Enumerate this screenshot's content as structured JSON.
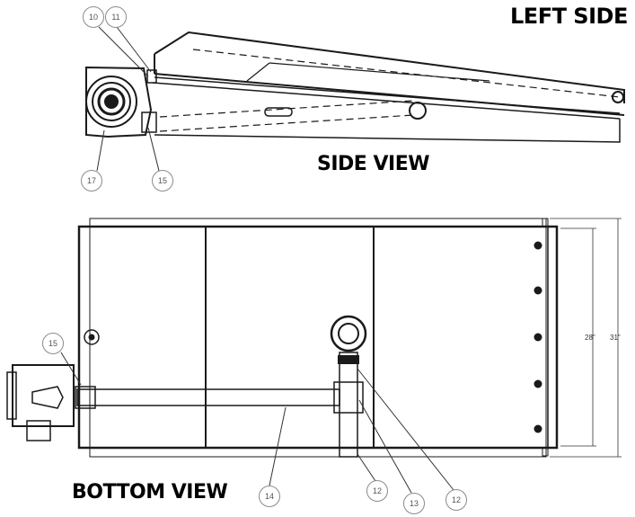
{
  "headings": {
    "left_side": "LEFT SIDE",
    "side_view": "SIDE VIEW",
    "bottom_view": "BOTTOM VIEW"
  },
  "dimensions": {
    "inner_width": "28\"",
    "outer_width": "31\""
  },
  "callouts": {
    "c10": "10",
    "c11": "11",
    "c17": "17",
    "c15_side": "15",
    "c15_bottom": "15",
    "c14": "14",
    "c12_left": "12",
    "c13": "13",
    "c12_right": "12"
  },
  "colors": {
    "line": "#1a1a1a",
    "callout_border": "#8a8a8a",
    "leader": "#333333"
  }
}
